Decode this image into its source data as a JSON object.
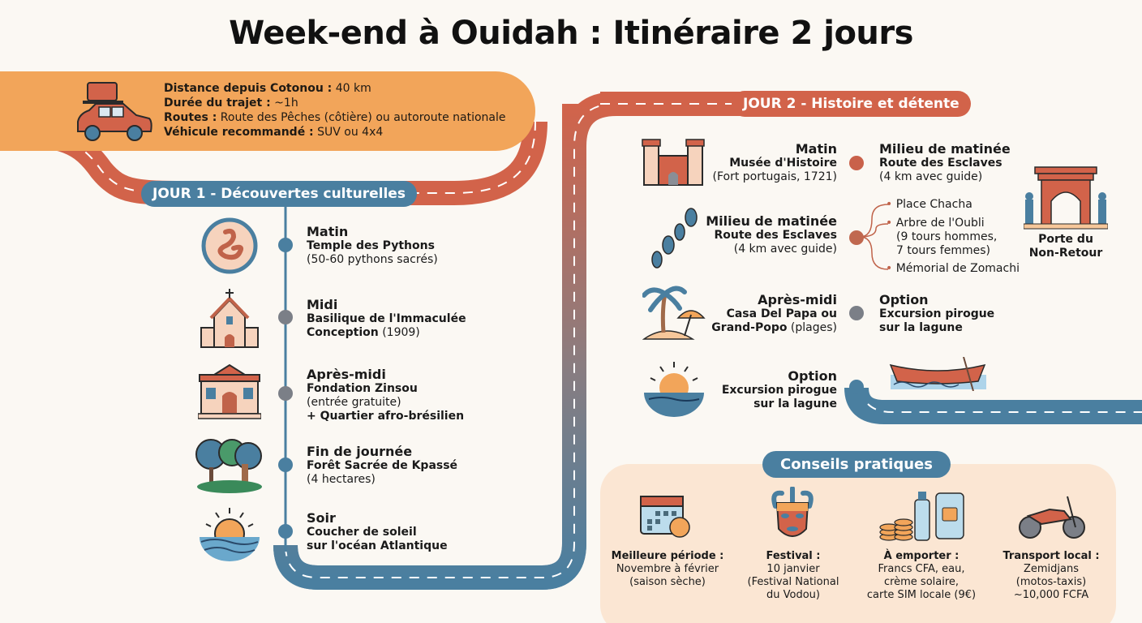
{
  "title": "Week-end à Ouidah : Itinéraire 2 jours",
  "trip_info": {
    "icon": "car-with-luggage-icon",
    "lines": [
      {
        "label": "Distance depuis Cotonou :",
        "value": " 40 km"
      },
      {
        "label": "Durée du trajet :",
        "value": " ~1h"
      },
      {
        "label": "Routes :",
        "value": " Route des Pêches (côtière) ou autoroute nationale"
      },
      {
        "label": "Véhicule recommandé :",
        "value": " SUV ou 4x4"
      }
    ]
  },
  "day1": {
    "label": "JOUR 1 - Découvertes culturelles",
    "stops": [
      {
        "icon": "python-snake-icon",
        "slot": "Matin",
        "place": "Temple des Pythons",
        "note": "(50-60 pythons sacrés)",
        "dot_color": "#4a7fa0"
      },
      {
        "icon": "church-icon",
        "slot": "Midi",
        "place": "Basilique de l'Immaculée",
        "place2": "Conception",
        "note": " (1909)",
        "dot_color": "#7b7f87"
      },
      {
        "icon": "museum-building-icon",
        "slot": "Après-midi",
        "place": "Fondation Zinsou",
        "note": "(entrée gratuite)",
        "extra": "+ Quartier afro-brésilien",
        "dot_color": "#7b7f87"
      },
      {
        "icon": "forest-icon",
        "slot": "Fin de journée",
        "place": "Forêt Sacrée de Kpassé",
        "note": "(4 hectares)",
        "dot_color": "#4a7fa0"
      },
      {
        "icon": "sunset-ocean-icon",
        "slot": "Soir",
        "place": "Coucher de soleil",
        "place2": "sur l'océan Atlantique",
        "dot_color": "#4a7fa0"
      }
    ]
  },
  "day2": {
    "label": "JOUR 2 - Histoire et détente",
    "left_stops": [
      {
        "icon": "fort-castle-icon",
        "slot": "Matin",
        "place": "Musée d'Histoire",
        "note": "(Fort portugais, 1721)"
      },
      {
        "icon": "footprints-icon",
        "slot": "Milieu de matinée",
        "place": "Route des Esclaves",
        "note": "(4 km avec guide)"
      },
      {
        "icon": "palm-beach-icon",
        "slot": "Après-midi",
        "place": "Casa Del Papa ou",
        "place2": "Grand-Popo",
        "note": " (plages)"
      },
      {
        "icon": "sunset-ocean-icon",
        "slot": "Option",
        "place": "Excursion pirogue",
        "place2": "sur la lagune"
      }
    ],
    "right_stops": [
      {
        "slot": "Milieu de matinée",
        "place": "Route des Esclaves",
        "note": "(4 km avec guide)"
      },
      {
        "slot": "Option",
        "place": "Excursion pirogue",
        "place2": "sur la lagune"
      }
    ],
    "sub_items": [
      "Place Chacha",
      "Arbre de l'Oubli",
      "(9 tours hommes,",
      "7 tours femmes)",
      "Mémorial de Zomachi"
    ],
    "monument": {
      "icon": "gate-of-no-return-icon",
      "label1": "Porte du",
      "label2": "Non-Retour"
    },
    "canoe_icon": "canoe-icon"
  },
  "tips": {
    "label": "Conseils pratiques",
    "items": [
      {
        "icon": "calendar-sun-icon",
        "title": "Meilleure période :",
        "lines": [
          "Novembre à février",
          "(saison sèche)"
        ]
      },
      {
        "icon": "tribal-mask-icon",
        "title": "Festival :",
        "lines": [
          "10 janvier",
          "(Festival National",
          "du Vodou)"
        ]
      },
      {
        "icon": "coins-water-sim-icon",
        "title": "À emporter :",
        "lines": [
          "Francs CFA, eau,",
          "crème solaire,",
          "carte SIM locale (9€)"
        ]
      },
      {
        "icon": "motorcycle-icon",
        "title": "Transport local :",
        "lines": [
          "Zemidjans",
          "(motos-taxis)",
          "~10,000 FCFA"
        ]
      }
    ]
  },
  "colors": {
    "road_red": "#d2634a",
    "road_blue": "#4a7fa0",
    "band_orange": "#f2a55a",
    "panel_peach": "#fbe6d3",
    "background": "#fbf8f3"
  }
}
